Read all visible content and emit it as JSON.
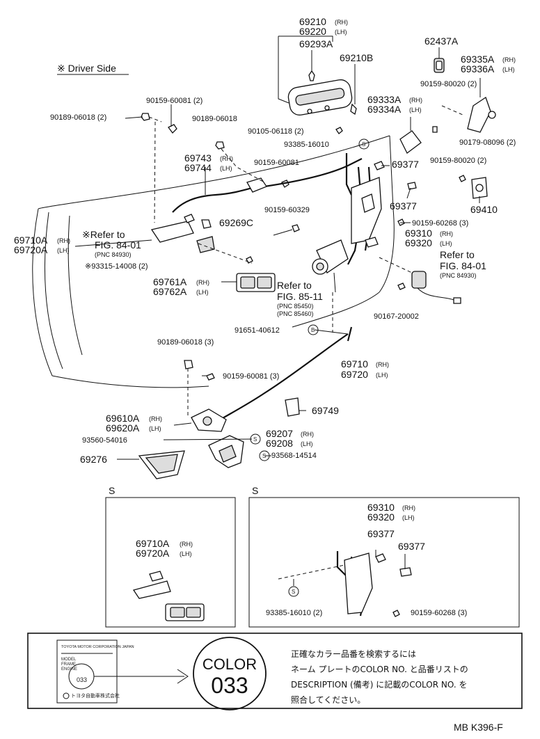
{
  "header": {
    "driver_side": "※ Driver Side"
  },
  "labels": {
    "p69210": "69210",
    "p69220": "69220",
    "p69293A": "69293A",
    "p69210B": "69210B",
    "p62437A": "62437A",
    "p69335A": "69335A",
    "p69336A": "69336A",
    "p90159_80020_a": "90159-80020 (2)",
    "p69333A": "69333A",
    "p69334A": "69334A",
    "p90159_60081_a": "90159-60081 (2)",
    "p90189_06018_a": "90189-06018 (2)",
    "p90189_06018_b": "90189-06018",
    "p90105_06118": "90105-06118 (2)",
    "p93385_16010_a": "93385-16010",
    "p90179_08096": "90179-08096 (2)",
    "p69743": "69743",
    "p69744": "69744",
    "p90159_60081_b": "90159-60081",
    "p69377_a": "69377",
    "p90159_80020_b": "90159-80020 (2)",
    "p69377_b": "69377",
    "p69410": "69410",
    "p90159_60329": "90159-60329",
    "p90159_60268_a": "90159-60268 (3)",
    "p69269C": "69269C",
    "refer1": "※Refer to",
    "refer1_fig": "FIG. 84-01",
    "refer1_pnc": "(PNC 84930)",
    "p69710A": "69710A",
    "p69720A": "69720A",
    "p93315_14008": "※93315-14008 (2)",
    "p69310": "69310",
    "p69320": "69320",
    "refer2": "Refer to",
    "refer2_fig": "FIG. 84-01",
    "refer2_pnc": "(PNC 84930)",
    "p69761A": "69761A",
    "p69762A": "69762A",
    "refer3": "Refer to",
    "refer3_fig": "FIG. 85-11",
    "refer3_pnc1": "(PNC 85450)",
    "refer3_pnc2": "(PNC 85460)",
    "p90167_20002": "90167-20002",
    "p91651_40612": "91651-40612",
    "circle_b": "B",
    "circle_s": "S",
    "p90189_06018_c": "90189-06018 (3)",
    "p69710": "69710",
    "p69720": "69720",
    "p90159_60081_c": "90159-60081 (3)",
    "p69749": "69749",
    "p69610A": "69610A",
    "p69620A": "69620A",
    "p69207": "69207",
    "p69208": "69208",
    "p93560_54016": "93560-54016",
    "p93568_14514": "93568-14514",
    "p69276": "69276",
    "rh": "(RH)",
    "lh": "(LH)",
    "inset_s": "S",
    "inset1_69710A": "69710A",
    "inset1_69720A": "69720A",
    "inset2_69310": "69310",
    "inset2_69320": "69320",
    "inset2_69377_a": "69377",
    "inset2_69377_b": "69377",
    "inset2_93385": "93385-16010 (2)",
    "inset2_90159": "90159-60268 (3)"
  },
  "nameplate": {
    "line1": "TOYOTA MOTOR CORPORATION JAPAN",
    "model": "MODEL",
    "frame": "FRAME",
    "engine": "ENGINE",
    "color_code": "033",
    "maker": "トヨタ自動車株式会社"
  },
  "color_badge": {
    "word": "COLOR",
    "code": "033"
  },
  "note": {
    "line1": "正確なカラー品番を検索するには",
    "line2": "ネーム プレートのCOLOR NO. と品番リストの",
    "line3": "DESCRIPTION (備考) に記載のCOLOR NO. を",
    "line4": "照合してください。"
  },
  "footer": {
    "code": "MB  K396-F"
  }
}
